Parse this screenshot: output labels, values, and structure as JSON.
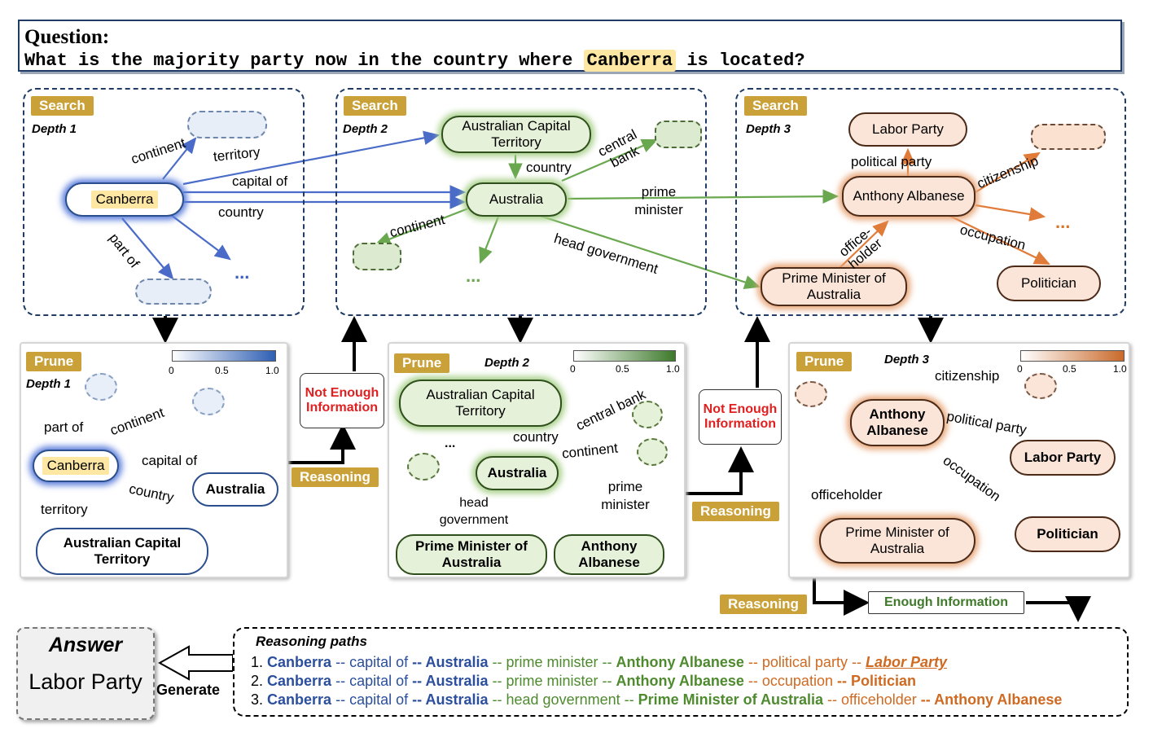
{
  "question": {
    "label": "Question:",
    "text_before": "What is the majority party now in the country where ",
    "highlight": "Canberra",
    "text_after": " is located?"
  },
  "search": {
    "tag": "Search",
    "depth1": {
      "depth": "Depth 1",
      "center": "Canberra",
      "edges": {
        "continent": "continent",
        "territory": "territory",
        "capital_of": "capital of",
        "country": "country",
        "part_of": "part of"
      },
      "ellipsis": "..."
    },
    "depth2": {
      "depth": "Depth 2",
      "nodes": {
        "act": "Australian Capital Territory",
        "australia": "Australia"
      },
      "edges": {
        "country": "country",
        "central_bank": "central bank",
        "continent": "continent",
        "prime_minister": "prime minister",
        "head_government": "head government"
      },
      "ellipsis": "..."
    },
    "depth3": {
      "depth": "Depth 3",
      "nodes": {
        "labor": "Labor Party",
        "albanese": "Anthony Albanese",
        "pm": "Prime Minister of Australia",
        "politician": "Politician"
      },
      "edges": {
        "political_party": "political party",
        "citizenship": "citizenship",
        "occupation": "occupation",
        "officeholder": "office-holder"
      },
      "ellipsis": "..."
    }
  },
  "prune": {
    "tag": "Prune",
    "colorbar": {
      "min": "0",
      "mid": "0.5",
      "max": "1.0"
    },
    "depth1": {
      "depth": "Depth 1",
      "center": "Canberra",
      "nodes": {
        "australia": "Australia",
        "act": "Australian Capital Territory"
      },
      "edges": {
        "part_of": "part of",
        "continent": "continent",
        "capital_of": "capital of",
        "country": "country",
        "territory": "territory"
      }
    },
    "depth2": {
      "depth": "Depth 2",
      "nodes": {
        "act": "Australian Capital Territory",
        "australia": "Australia",
        "pm": "Prime Minister of Australia",
        "albanese": "Anthony Albanese"
      },
      "edges": {
        "country": "country",
        "central_bank": "central bank",
        "continent": "continent",
        "head_government": "head government",
        "prime_minister": "prime minister"
      },
      "ellipsis": "..."
    },
    "depth3": {
      "depth": "Depth 3",
      "nodes": {
        "albanese": "Anthony Albanese",
        "labor": "Labor Party",
        "politician": "Politician",
        "pm": "Prime Minister of Australia"
      },
      "edges": {
        "citizenship": "citizenship",
        "political_party": "political party",
        "occupation": "occupation",
        "officeholder": "officeholder"
      }
    }
  },
  "reasoning": {
    "tag": "Reasoning",
    "not_enough": "Not Enough Information",
    "enough": "Enough Information"
  },
  "answer": {
    "title": "Answer",
    "value": "Labor Party",
    "generate": "Generate"
  },
  "paths": {
    "title": "Reasoning paths",
    "items": [
      [
        "1.",
        "Canberra",
        "-- capital of",
        "-- Australia",
        "-- prime minister --",
        "Anthony Albanese",
        "-- political party --",
        "Labor Party"
      ],
      [
        "2.",
        "Canberra",
        "-- capital of",
        "-- Australia",
        "-- prime minister --",
        "Anthony Albanese",
        "-- occupation",
        "-- Politician"
      ],
      [
        "3.",
        "Canberra",
        "-- capital of",
        "-- Australia",
        "-- head government --",
        "Prime Minister of Australia",
        "-- officeholder",
        "-- Anthony Albanese"
      ]
    ]
  },
  "colors": {
    "blue": "#3b5fc2",
    "green": "#6aa84f",
    "orange": "#e07b39",
    "tag": "#c9a138",
    "alert": "#e02020"
  }
}
